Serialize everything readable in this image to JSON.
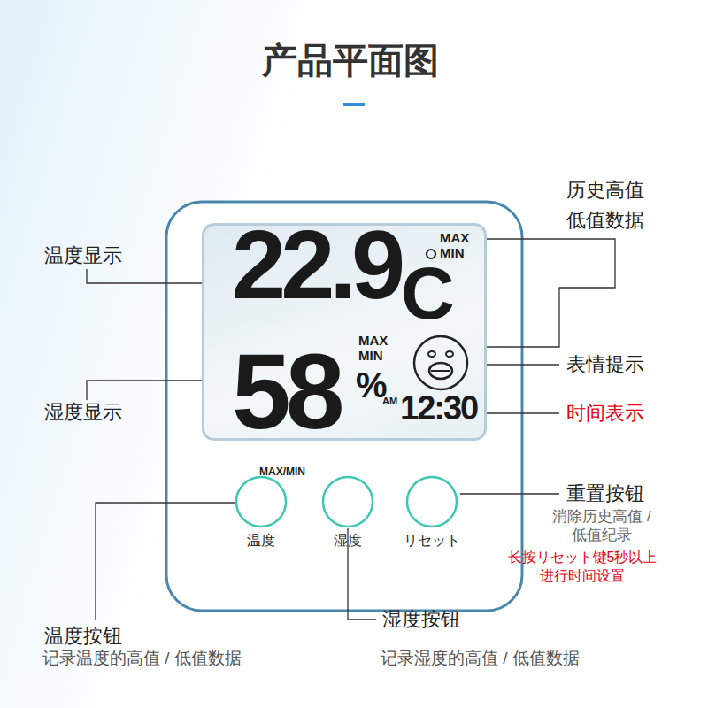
{
  "diagram": {
    "title": "产品平面图",
    "nodes": [
      {
        "text": [
          "22.9",
          "C",
          "MAX",
          "MIN",
          "58",
          "%",
          "MAX",
          "MIN",
          "AM",
          "12:30"
        ]
      },
      {
        "text": [
          "温度"
        ]
      },
      {
        "text": [
          "湿度"
        ]
      },
      {
        "text": [
          "リセット"
        ]
      }
    ],
    "labels": [
      "MAX/MIN",
      "温度显示",
      "湿度显示",
      "历史高值 低值数据",
      "表情提示",
      "时间表示",
      "重置按钮",
      "消除历史高值 / 低值纪录",
      "长按リセット键5秒以上 进行时间设置",
      "温度按钮",
      "记录温度的高值 / 低值数据",
      "湿度按钮",
      "记录湿度的高值 / 低值数据"
    ]
  }
}
